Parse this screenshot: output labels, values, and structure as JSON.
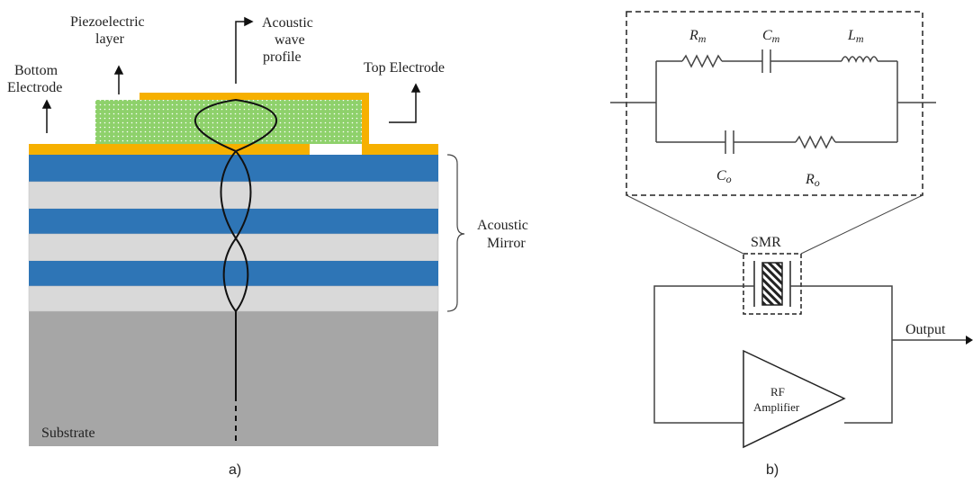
{
  "panel_a": {
    "caption": "a)",
    "labels": {
      "bottom_electrode_1": "Bottom",
      "bottom_electrode_2": "Electrode",
      "piezo_1": "Piezoelectric",
      "piezo_2": "layer",
      "wave_1": "Acoustic",
      "wave_2": "wave",
      "wave_3": "profile",
      "top_electrode": "Top Electrode",
      "mirror_1": "Acoustic",
      "mirror_2": "Mirror",
      "substrate": "Substrate"
    },
    "colors": {
      "electrode": "#F6B000",
      "piezo": "#8ED16B",
      "mirror_dark": "#2E75B6",
      "mirror_light": "#D9D9D9",
      "substrate": "#A6A6A6"
    }
  },
  "panel_b": {
    "caption": "b)",
    "labels": {
      "Rm": "R",
      "Rm_sub": "m",
      "Cm": "C",
      "Cm_sub": "m",
      "Lm": "L",
      "Lm_sub": "m",
      "Co": "C",
      "Co_sub": "o",
      "Ro": "R",
      "Ro_sub": "o",
      "smr": "SMR",
      "output": "Output",
      "amp_1": "RF",
      "amp_2": "Amplifier"
    }
  }
}
